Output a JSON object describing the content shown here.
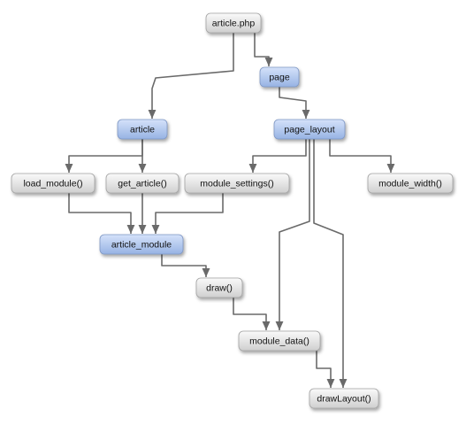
{
  "nodes": [
    {
      "id": "article_php",
      "label": "article.php",
      "kind": "file"
    },
    {
      "id": "page",
      "label": "page",
      "kind": "object"
    },
    {
      "id": "article",
      "label": "article",
      "kind": "object"
    },
    {
      "id": "page_layout",
      "label": "page_layout",
      "kind": "object"
    },
    {
      "id": "load_module",
      "label": "load_module()",
      "kind": "function"
    },
    {
      "id": "get_article",
      "label": "get_article()",
      "kind": "function"
    },
    {
      "id": "module_settings",
      "label": "module_settings()",
      "kind": "function"
    },
    {
      "id": "module_width",
      "label": "module_width()",
      "kind": "function"
    },
    {
      "id": "article_module",
      "label": "article_module",
      "kind": "object"
    },
    {
      "id": "draw",
      "label": "draw()",
      "kind": "function"
    },
    {
      "id": "module_data",
      "label": "module_data()",
      "kind": "function"
    },
    {
      "id": "drawLayout",
      "label": "drawLayout()",
      "kind": "function"
    }
  ],
  "edges": [
    {
      "from": "article_php",
      "to": "article"
    },
    {
      "from": "article_php",
      "to": "page"
    },
    {
      "from": "page",
      "to": "page_layout"
    },
    {
      "from": "article",
      "to": "load_module"
    },
    {
      "from": "article",
      "to": "get_article"
    },
    {
      "from": "page_layout",
      "to": "module_settings"
    },
    {
      "from": "page_layout",
      "to": "module_width"
    },
    {
      "from": "page_layout",
      "to": "module_data"
    },
    {
      "from": "page_layout",
      "to": "drawLayout"
    },
    {
      "from": "load_module",
      "to": "article_module"
    },
    {
      "from": "get_article",
      "to": "article_module"
    },
    {
      "from": "module_settings",
      "to": "article_module"
    },
    {
      "from": "article_module",
      "to": "draw"
    },
    {
      "from": "draw",
      "to": "module_data"
    },
    {
      "from": "module_data",
      "to": "drawLayout"
    }
  ],
  "colors": {
    "object_fill_top": "#d5e2fa",
    "object_fill_bottom": "#97b3e3",
    "object_stroke": "#7e96c3",
    "function_fill_top": "#fafafa",
    "function_fill_bottom": "#cfcfcf",
    "function_stroke": "#a2a2a2",
    "edge": "#6a6a6a"
  }
}
